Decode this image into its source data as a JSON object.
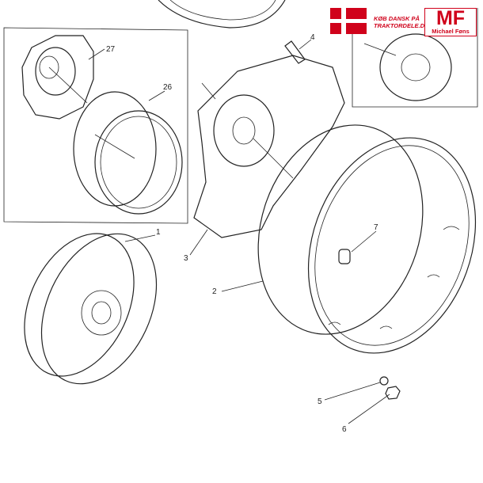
{
  "banner": {
    "slogan_line1": "KØB DANSK PÅ",
    "slogan_line2": "TRAKTORDELE.DK",
    "logo_mark": "MF",
    "logo_name": "Michael Føns",
    "brand_color": "#d0021b"
  },
  "diagram": {
    "callouts": [
      "1",
      "2",
      "3",
      "4",
      "5",
      "6",
      "7",
      "26",
      "27"
    ]
  }
}
